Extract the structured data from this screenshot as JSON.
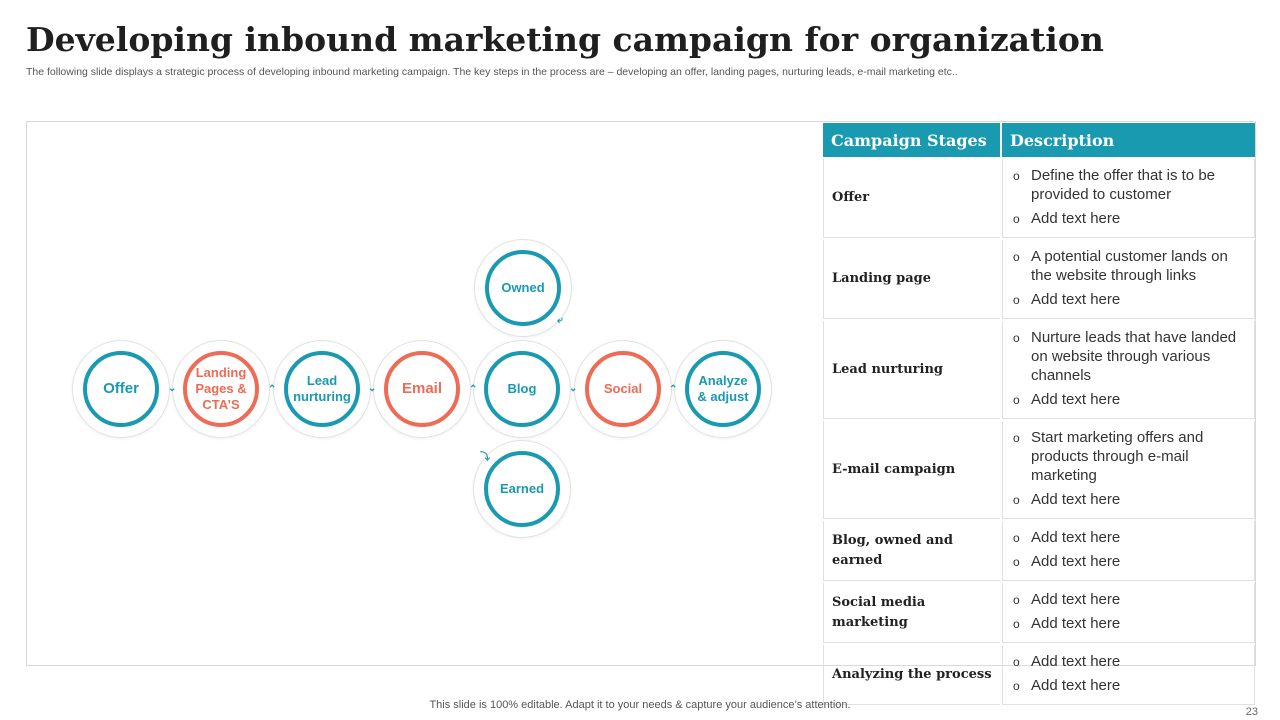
{
  "slide": {
    "title": "Developing inbound marketing campaign for organization",
    "subtitle": "The following slide displays a strategic process of developing inbound marketing campaign. The key steps in the process are – developing an offer, landing pages, nurturing leads, e-mail marketing etc..",
    "footer": "This slide is 100% editable. Adapt it to your needs & capture your audience’s attention.",
    "page_number": "23"
  },
  "diagram": {
    "nodes": {
      "offer": "Offer",
      "landing": "Landing\nPages &\nCTA’S",
      "lead": "Lead\nnurturing",
      "email": "Email",
      "blog": "Blog",
      "social": "Social",
      "analyze": "Analyze\n& adjust",
      "owned": "Owned",
      "earned": "Earned"
    },
    "colors": {
      "teal": "#1a9ab0",
      "coral": "#ee6b55"
    }
  },
  "table": {
    "headers": [
      "Campaign Stages",
      "Description"
    ],
    "rows": [
      {
        "stage": "Offer",
        "bullets": [
          "Define the offer that is to be provided to customer",
          "Add text here"
        ]
      },
      {
        "stage": "Landing page",
        "bullets": [
          "A potential customer lands on the website through links",
          "Add text here"
        ]
      },
      {
        "stage": "Lead nurturing",
        "bullets": [
          "Nurture leads that have landed on website through various channels",
          "Add text here"
        ]
      },
      {
        "stage": "E-mail campaign",
        "bullets": [
          "Start marketing offers and products through e-mail marketing",
          "Add text here"
        ]
      },
      {
        "stage": "Blog, owned and earned",
        "bullets": [
          "Add text here",
          "Add text here"
        ]
      },
      {
        "stage": "Social media marketing",
        "bullets": [
          "Add text here",
          "Add text here"
        ]
      },
      {
        "stage": "Analyzing the process",
        "bullets": [
          "Add text here",
          "Add text here"
        ]
      }
    ]
  }
}
